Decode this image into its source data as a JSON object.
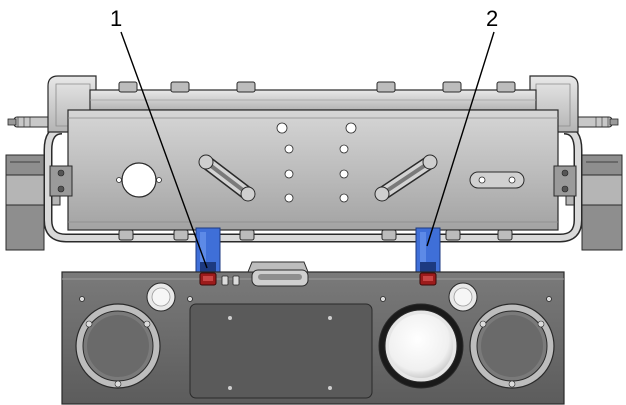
{
  "callouts": [
    {
      "id": "1",
      "label": "1"
    },
    {
      "id": "2",
      "label": "2"
    }
  ],
  "colors": {
    "frame_light": "#e3e3e3",
    "frame_mid": "#c9c9c9",
    "frame_dark": "#9a9a9a",
    "panel": "#6b6b6b",
    "panel_dark": "#4d4d4d",
    "bracket_blue": "#3f6fd8",
    "bolt_red": "#9c1b1b",
    "outline": "#2a2a2a"
  }
}
